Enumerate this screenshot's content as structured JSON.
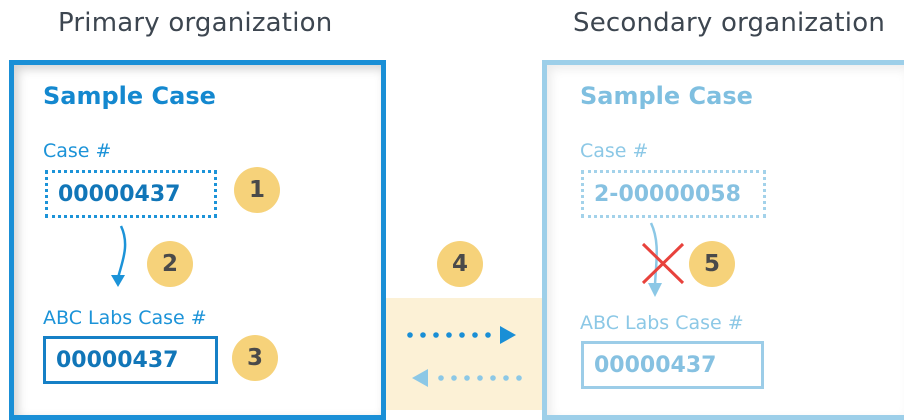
{
  "primary": {
    "org_title": "Primary organization",
    "case_heading": "Sample Case",
    "case_number_label": "Case #",
    "case_number_value": "00000437",
    "partner_case_label": "ABC Labs Case #",
    "partner_case_value": "00000437"
  },
  "secondary": {
    "org_title": "Secondary organization",
    "case_heading": "Sample Case",
    "case_number_label": "Case #",
    "case_number_value": "2-00000058",
    "partner_case_label": "ABC Labs Case #",
    "partner_case_value": "00000437"
  },
  "steps": [
    "1",
    "2",
    "3",
    "4",
    "5"
  ],
  "colors": {
    "primary_blue": "#1a8fd6",
    "secondary_blue": "#9dcfe9",
    "badge_yellow": "#f6d27a",
    "sync_band": "#fcf1d6",
    "cross_red": "#e8423c"
  }
}
